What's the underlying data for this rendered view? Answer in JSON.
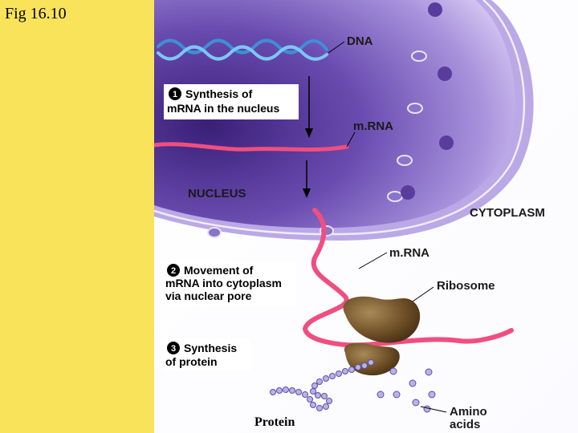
{
  "figure": {
    "title": "Fig 16.10"
  },
  "labels": {
    "dna": "DNA",
    "mrna_nucleus": "m.RNA",
    "nucleus": "NUCLEUS",
    "cytoplasm": "CYTOPLASM",
    "mrna_cytoplasm": "m.RNA",
    "ribosome": "Ribosome",
    "amino_line1": "Amino",
    "amino_line2": "acids",
    "protein": "Protein"
  },
  "steps": [
    {
      "number": "1",
      "line1": "Synthesis of",
      "line2": "mRNA in the nucleus"
    },
    {
      "number": "2",
      "line1": "Movement of",
      "line2": "mRNA into cytoplasm",
      "line3": "via nuclear pore"
    },
    {
      "number": "3",
      "line1": "Synthesis",
      "line2": "of protein"
    }
  ],
  "colors": {
    "background": "#f8e35a",
    "cytoplasm": "#fdfdff",
    "nucleus_dark": "#4a2c8a",
    "nucleus_light": "#cbbcef",
    "membrane": "#a892d8",
    "dna": "#4aa8e8",
    "mrna": "#ef4f80",
    "ribosome": "#5a4020",
    "amino_acid": "#b9b2ea"
  }
}
